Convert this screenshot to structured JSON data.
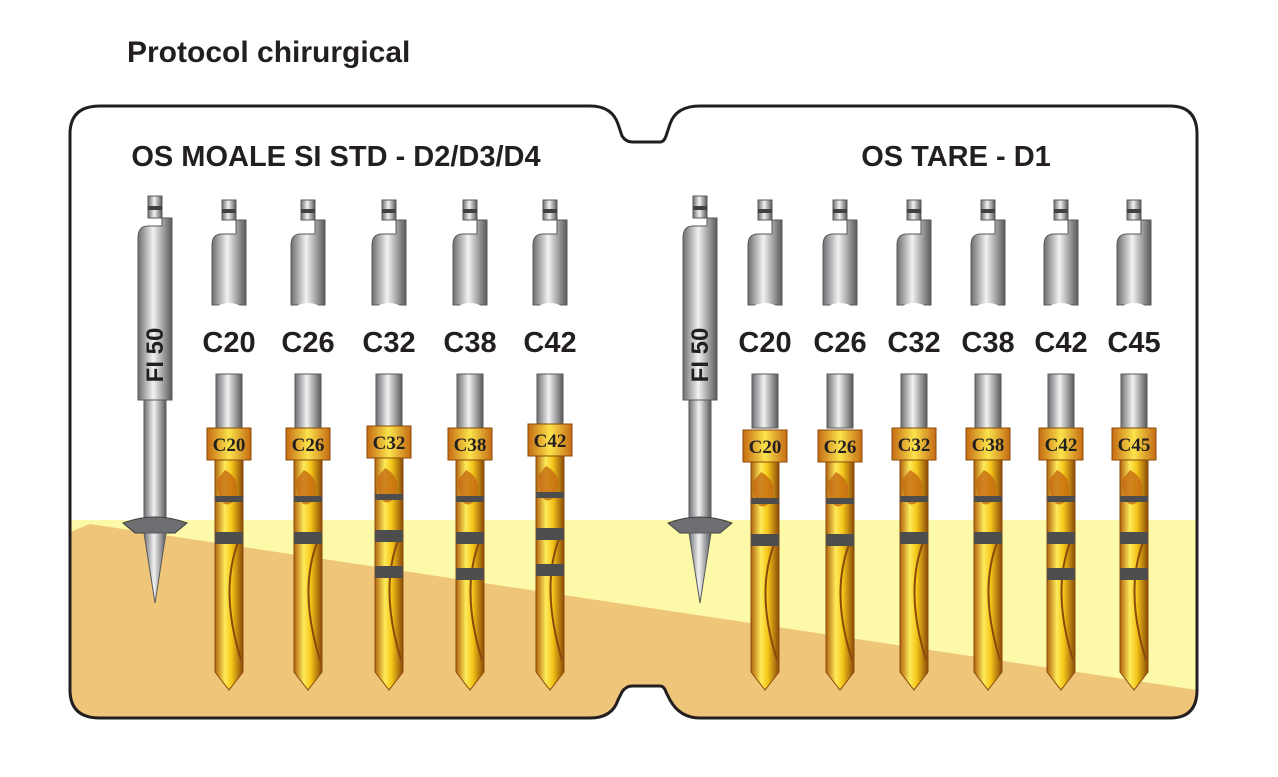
{
  "title": "Protocol chirurgical",
  "colors": {
    "panel_border": "#231f20",
    "bone_dense": "#efc57a",
    "bone_light": "#fcf9a8",
    "steel_dark": "#6d6e71",
    "steel_light": "#e6e7e8",
    "gold_dark": "#b0620e",
    "gold_light": "#fbe34b",
    "stripe": "#4d4d4d"
  },
  "panels": [
    {
      "name": "soft-bone",
      "heading": "OS MOALE SI STD - D2/D3/D4",
      "pilot": {
        "label": "FI 50",
        "icon": "pilot-drill-icon"
      },
      "drills": [
        {
          "code": "C20",
          "band": "C20",
          "stripes": 2
        },
        {
          "code": "C26",
          "band": "C26",
          "stripes": 2
        },
        {
          "code": "C32",
          "band": "C32",
          "stripes": 3
        },
        {
          "code": "C38",
          "band": "C38",
          "stripes": 3
        },
        {
          "code": "C42",
          "band": "C42",
          "stripes": 3
        }
      ]
    },
    {
      "name": "hard-bone",
      "heading": "OS TARE - D1",
      "pilot": {
        "label": "FI 50",
        "icon": "pilot-drill-icon"
      },
      "drills": [
        {
          "code": "C20",
          "band": "C20",
          "stripes": 2
        },
        {
          "code": "C26",
          "band": "C26",
          "stripes": 2
        },
        {
          "code": "C32",
          "band": "C32",
          "stripes": 2
        },
        {
          "code": "C38",
          "band": "C38",
          "stripes": 2
        },
        {
          "code": "C42",
          "band": "C42",
          "stripes": 3
        },
        {
          "code": "C45",
          "band": "C45",
          "stripes": 3
        }
      ]
    }
  ]
}
